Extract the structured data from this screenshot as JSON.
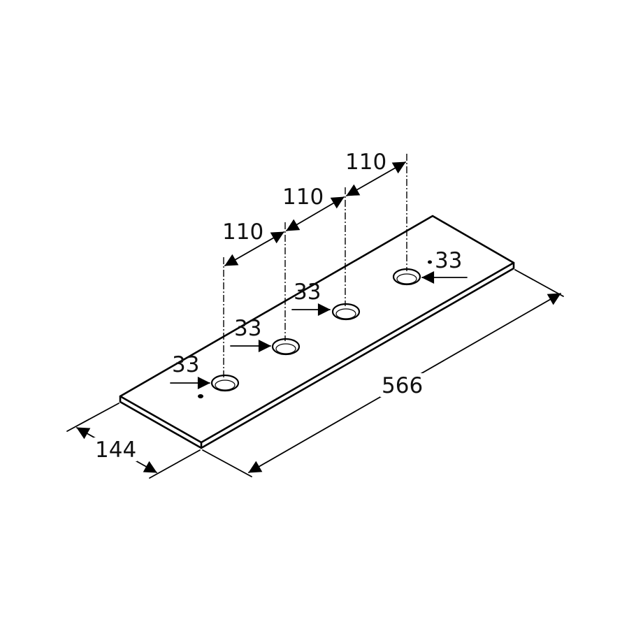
{
  "dimensions": {
    "spacing_1": "110",
    "spacing_2": "110",
    "spacing_3": "110",
    "hole_1": "33",
    "hole_2": "33",
    "hole_3": "33",
    "hole_4": "33",
    "length": "566",
    "width": "144"
  },
  "colors": {
    "line": "#000000",
    "background": "#ffffff"
  }
}
